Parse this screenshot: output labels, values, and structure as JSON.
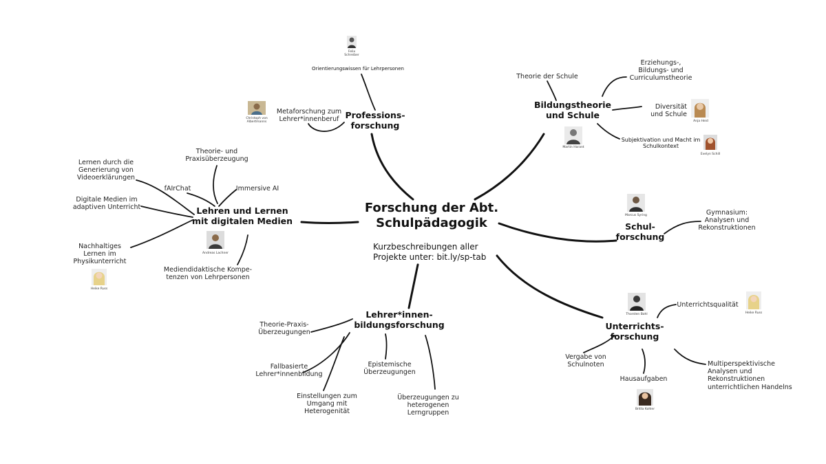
{
  "center": {
    "title_line1": "Forschung der Abt.",
    "title_line2": "Schulpädagogik",
    "sub_line1": "Kurzbeschreibungen aller",
    "sub_line2": "Projekte unter: bit.ly/sp-tab"
  },
  "professionsforschung": {
    "heading_line1": "Professions-",
    "heading_line2": "forschung",
    "orientierungswissen": "Orientierungswissen für Lehrpersonen",
    "metaforschung_line1": "Metaforschung zum",
    "metaforschung_line2": "Lehrer*innenberuf",
    "person_felix_line1": "Felix",
    "person_felix_line2": "Schreiber",
    "person_christoph_line1": "Christoph von",
    "person_christoph_line2": "Albertmanns"
  },
  "bildungstheorie": {
    "heading_line1": "Bildungstheorie",
    "heading_line2": "und Schule",
    "theorie_schule": "Theorie der Schule",
    "erziehung_line1": "Erziehungs-,",
    "erziehung_line2": "Bildungs- und",
    "erziehung_line3": "Curriculumstheorie",
    "diversitaet_line1": "Diversität",
    "diversitaet_line2": "und Schule",
    "subjektivation_line1": "Subjektivation und Macht im",
    "subjektivation_line2": "Schulkontext",
    "person_anja": "Anja Heid",
    "person_martin": "Martin Harant",
    "person_evelyn": "Evelyn Schill"
  },
  "lehren_lernen": {
    "heading_line1": "Lehren und Lernen",
    "heading_line2": "mit digitalen Medien",
    "theorie_praxis_line1": "Theorie- und",
    "theorie_praxis_line2": "Praxisüberzeugung",
    "fairchat": "fAIrChat",
    "immersive": "Immersive AI",
    "videoerklaerungen_line1": "Lernen durch die",
    "videoerklaerungen_line2": "Generierung von",
    "videoerklaerungen_line3": "Videoerklärungen",
    "digitale_medien_line1": "Digitale Medien im",
    "digitale_medien_line2": "adaptiven Unterricht",
    "nachhaltig_line1": "Nachhaltiges",
    "nachhaltig_line2": "Lernen im",
    "nachhaltig_line3": "Physikunterricht",
    "mediendidaktik_line1": "Mediendidaktische Kompe-",
    "mediendidaktik_line2": "tenzen von Lehrpersonen",
    "person_andreas": "Andreas Lachner",
    "person_heike": "Heike Russ"
  },
  "schulforschung": {
    "heading_line1": "Schul-",
    "heading_line2": "forschung",
    "gymnasium_line1": "Gymnasium:",
    "gymnasium_line2": "Analysen und",
    "gymnasium_line3": "Rekonstruktionen",
    "person_marcus": "Marcus Syring"
  },
  "unterrichtsforschung": {
    "heading_line1": "Unterrichts-",
    "heading_line2": "forschung",
    "unterrichtsqualitaet": "Unterrichtsqualität",
    "vergabe_line1": "Vergabe von",
    "vergabe_line2": "Schulnoten",
    "hausaufgaben": "Hausaufgaben",
    "multi_line1": "Multiperspektivische",
    "multi_line2": "Analysen und",
    "multi_line3": "Rekonstruktionen",
    "multi_line4": "unterrichtlichen Handelns",
    "person_thorsten": "Thorsten Bohl",
    "person_heike": "Heike Russ",
    "person_britta": "Britta Kohler"
  },
  "lehrerbildung": {
    "heading_line1": "Lehrer*innen-",
    "heading_line2": "bildungsforschung",
    "theorie_praxis_line1": "Theorie-Praxis-",
    "theorie_praxis_line2": "Überzeugungen",
    "fallbasiert_line1": "Fallbasierte",
    "fallbasiert_line2": "Lehrer*innenbildung",
    "einstellungen_line1": "Einstellungen zum",
    "einstellungen_line2": "Umgang mit",
    "einstellungen_line3": "Heterogenität",
    "epistemisch_line1": "Epistemische",
    "epistemisch_line2": "Überzeugungen",
    "lerngruppen_line1": "Überzeugungen zu",
    "lerngruppen_line2": "heterogenen",
    "lerngruppen_line3": "Lerngruppen"
  },
  "colors": {
    "ink": "#111111",
    "photo_bg": "#d9d9d9",
    "background": "#ffffff"
  }
}
